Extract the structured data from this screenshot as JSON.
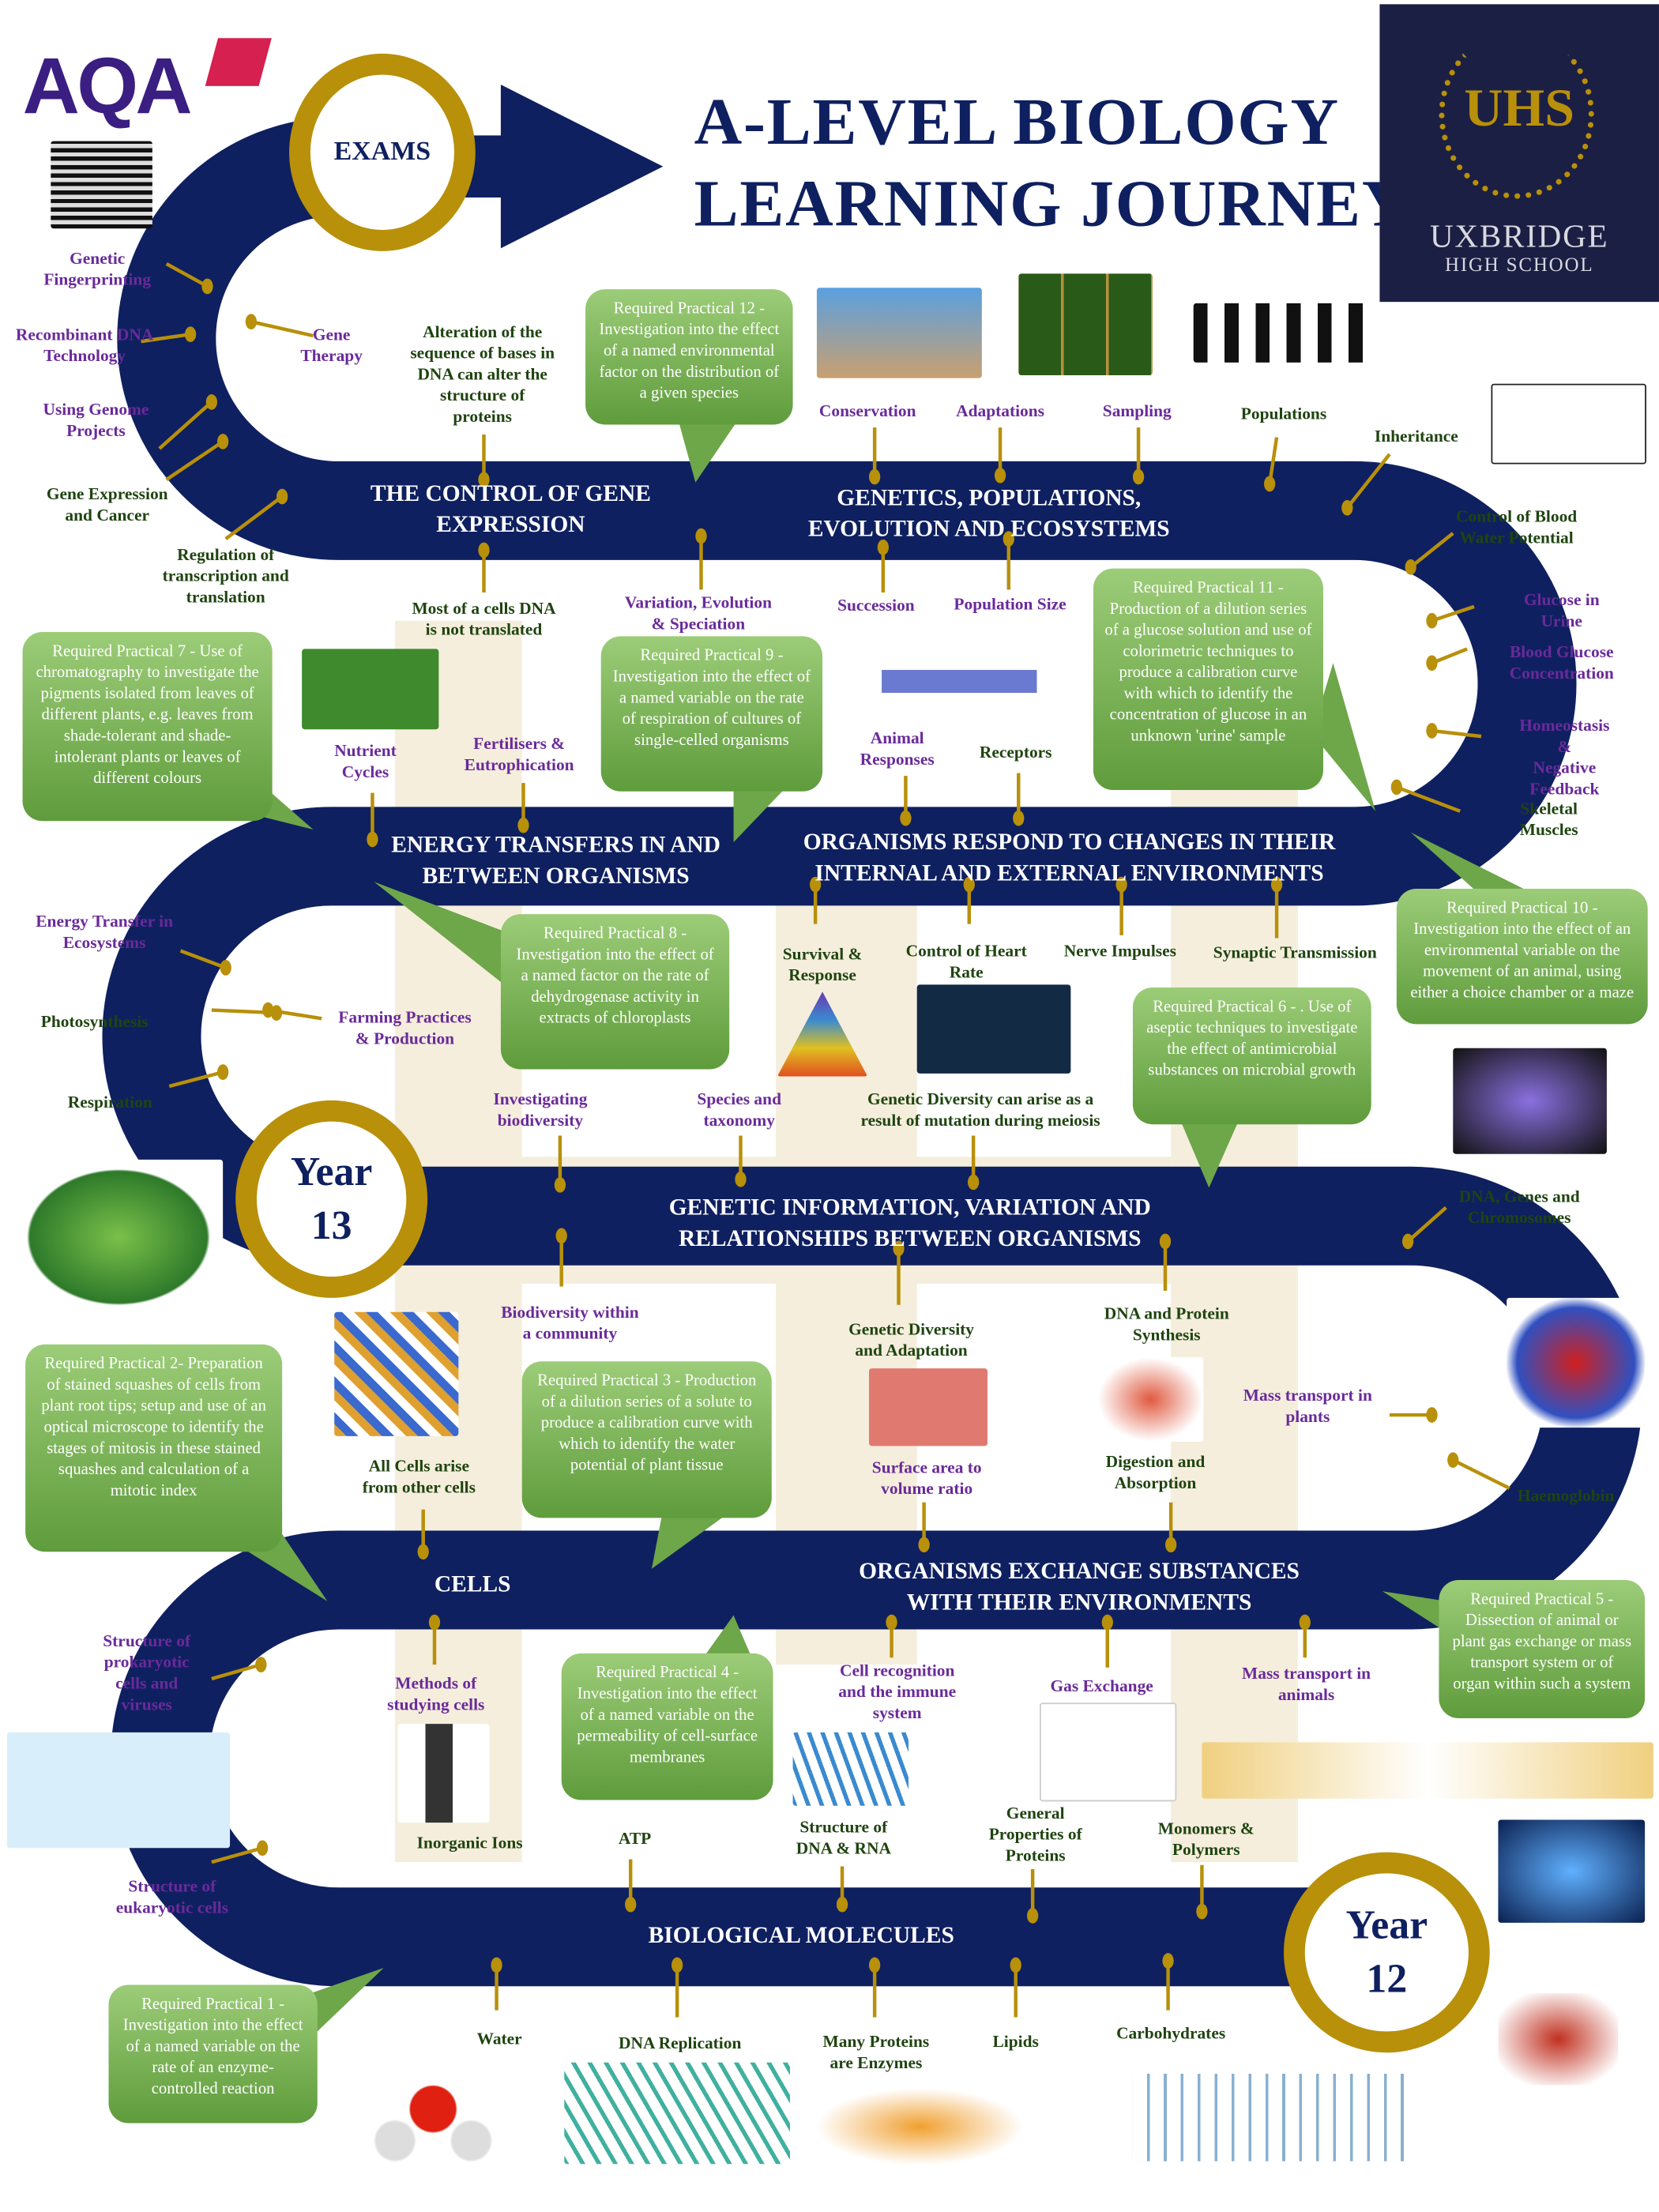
{
  "header": {
    "title_line1": "A-LEVEL BIOLOGY",
    "title_line2": "LEARNING JOURNEY",
    "exams": "EXAMS",
    "aqa_logo": "AQA",
    "school_line1": "UXBRIDGE",
    "school_line2": "HIGH SCHOOL",
    "school_monogram": "UHS"
  },
  "rings": {
    "year13": "Year\n13",
    "year12": "Year\n12"
  },
  "bands": [
    "THE CONTROL OF GENE\nEXPRESSION",
    "GENETICS, POPULATIONS,\nEVOLUTION AND ECOSYSTEMS",
    "ENERGY TRANSFERS IN AND\nBETWEEN ORGANISMS",
    "ORGANISMS RESPOND TO CHANGES IN THEIR\nINTERNAL AND EXTERNAL ENVIRONMENTS",
    "GENETIC INFORMATION, VARIATION AND\nRELATIONSHIPS BETWEEN ORGANISMS",
    "CELLS",
    "ORGANISMS EXCHANGE SUBSTANCES\nWITH THEIR ENVIRONMENTS",
    "BIOLOGICAL MOLECULES"
  ],
  "labels": [
    "Genetic\nFingerprinting",
    "Recombinant DNA\nTechnology",
    "Using Genome\nProjects",
    "Gene Expression\nand Cancer",
    "Regulation of\ntranscription and\ntranslation",
    "Gene\nTherapy",
    "Alteration of the\nsequence of bases in\nDNA can alter the\nstructure of\nproteins",
    "Most of a cells DNA\nis not translated",
    "Variation, Evolution\n& Speciation",
    "Conservation",
    "Adaptations",
    "Sampling",
    "Populations",
    "Inheritance",
    "Succession",
    "Population Size",
    "Control of Blood\nWater Potential",
    "Glucose in Urine",
    "Blood Glucose\nConcentration",
    "Homeostasis &\nNegative Feedback",
    "Skeletal Muscles",
    "Nutrient\nCycles",
    "Fertilisers &\nEutrophication",
    "Animal\nResponses",
    "Receptors",
    "Energy Transfer in\nEcosystems",
    "Photosynthesis",
    "Respiration",
    "Farming Practices\n& Production",
    "Survival &\nResponse",
    "Control of Heart\nRate",
    "Nerve Impulses",
    "Synaptic Transmission",
    "Investigating\nbiodiversity",
    "Species and\ntaxonomy",
    "Genetic Diversity can arise as a\nresult of mutation during meiosis",
    "DNA, Genes and\nChromosomes",
    "Biodiversity within\na community",
    "Genetic Diversity\nand Adaptation",
    "DNA and Protein\nSynthesis",
    "Mass transport in\nplants",
    "Haemoglobin",
    "All Cells arise\nfrom other cells",
    "Surface area  to\nvolume ratio",
    "Digestion and\nAbsorption",
    "Structure of\nprokaryotic\ncells and\nviruses",
    "Methods of\nstudying cells",
    "Cell recognition\nand the immune\nsystem",
    "Gas Exchange",
    "Mass transport in\nanimals",
    "Inorganic Ions",
    "ATP",
    "Structure of\nDNA & RNA",
    "General\nProperties of\nProteins",
    "Monomers &\nPolymers",
    "Structure of\neukaryotic cells",
    "Water",
    "DNA Replication",
    "Many Proteins\nare Enzymes",
    "Lipids",
    "Carbohydrates"
  ],
  "practicals": {
    "rp12": "Required Practical 12 - Investigation into the effect of a named environmental factor on the distribution of a given species",
    "rp11": "Required Practical 11 - Production of a dilution series of a glucose solution and use of colorimetric techniques to produce a calibration curve with which to identify the concentration of glucose in an unknown 'urine' sample",
    "rp7": "Required Practical 7 - Use of chromatography to investigate the pigments isolated from leaves of different plants, e.g. leaves from shade-tolerant and shade-intolerant plants or leaves of different colours",
    "rp9": "Required Practical 9 - Investigation into the effect of a named variable on the rate of respiration of cultures of single-celled organisms",
    "rp10": "Required Practical 10 - Investigation into the effect of an environmental variable on the movement of an animal, using either a choice chamber or a maze",
    "rp8": "Required Practical 8 - Investigation into the effect of a named factor on the rate of dehydrogenase activity in extracts of chloroplasts",
    "rp6": "Required Practical 6 - . Use of aseptic techniques to investigate the effect of antimicrobial substances on microbial growth",
    "rp2": "Required Practical 2- Preparation of stained squashes of cells from plant root tips; setup and use of an optical microscope to identify the stages of mitosis in these stained squashes and calculation of a mitotic index",
    "rp3": "Required Practical 3 - Production of a dilution series of a solute to produce a calibration curve with which to identify the water potential of plant tissue",
    "rp5": "Required Practical 5 - Dissection of animal or plant gas exchange or mass transport system or of organ within such a system",
    "rp4": "Required Practical 4 - Investigation into the effect of a named variable on the permeability of cell-surface membranes",
    "rp1": "Required Practical 1 - Investigation into the effect of a named variable on the rate of an enzyme-controlled reaction"
  },
  "colors": {
    "navy": "#0f2060",
    "gold": "#b8900a",
    "purple": "#6a2a9a",
    "green": "#1f4410",
    "bubble": "#7cb25a"
  }
}
